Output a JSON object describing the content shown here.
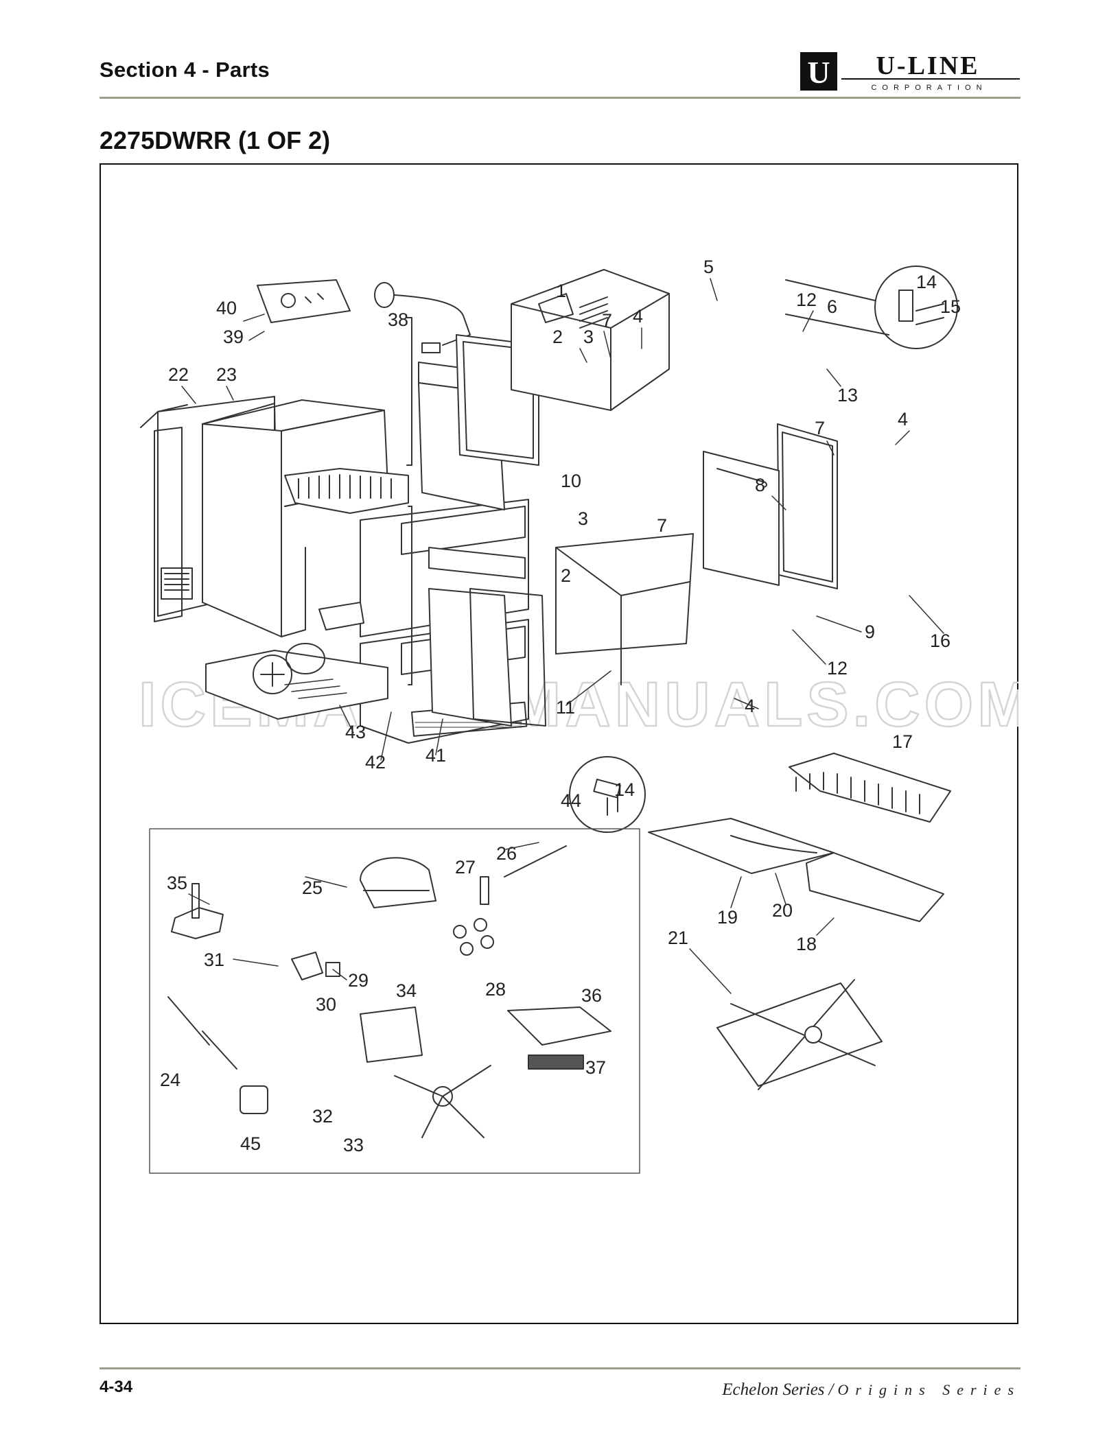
{
  "header": {
    "section_title": "Section 4 - Parts",
    "logo": {
      "brand": "U-LINE",
      "sub": "CORPORATION",
      "mark": "U"
    }
  },
  "page_heading": "2275DWRR (1 OF 2)",
  "watermark": "ICEMAKERMANUALS.COM",
  "callouts": [
    "1",
    "2",
    "3",
    "4",
    "5",
    "6",
    "7",
    "8",
    "9",
    "10",
    "11",
    "12",
    "13",
    "14",
    "15",
    "16",
    "17",
    "18",
    "19",
    "20",
    "21",
    "22",
    "23",
    "24",
    "25",
    "26",
    "27",
    "28",
    "29",
    "30",
    "31",
    "32",
    "33",
    "34",
    "35",
    "36",
    "37",
    "38",
    "39",
    "40",
    "41",
    "42",
    "43",
    "44",
    "45"
  ],
  "footer": {
    "page_number": "4-34",
    "series_left": "Echelon Series",
    "separator": "/",
    "series_right": "Origins Series"
  },
  "colors": {
    "rule": "#9c9c88",
    "line": "#333333",
    "watermark": "#d4d4d4"
  }
}
